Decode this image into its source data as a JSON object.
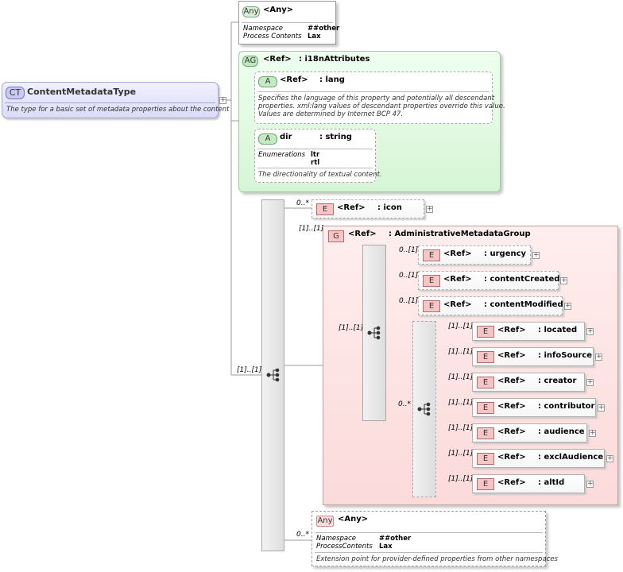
{
  "complex_type": {
    "badge": "CT",
    "name": "ContentMetadataType",
    "doc": "The type for a  basic set of metadata properties about the content"
  },
  "any_top": {
    "badge": "Any",
    "title": "<Any>",
    "ns_label": "Namespace",
    "ns_value": "##other",
    "pc_label": "Process Contents",
    "pc_value": "Lax"
  },
  "attr_group": {
    "badge": "AG",
    "ref": "<Ref>",
    "name": ": i18nAttributes",
    "lang": {
      "badge": "A",
      "ref": "<Ref>",
      "name": ": lang",
      "doc": [
        "Specifies the language of this property and potentially all descendant",
        "properties. xml:lang values of descendant properties override this value.",
        "Values are determined by Internet BCP 47."
      ]
    },
    "dir": {
      "badge": "A",
      "name": "dir",
      "type": ": string",
      "enum_label": "Enumerations",
      "enum_values": [
        "ltr",
        "rtl"
      ],
      "doc": "The directionality of textual content."
    }
  },
  "cardinalities": {
    "main_seq": "[1]..[1]",
    "icon": "0..*",
    "group": "[1]..[1]",
    "inner_seq": "[1]..[1]",
    "urgency": "0..[1]",
    "content_created": "0..[1]",
    "content_modified": "0..[1]",
    "choice": "0..*",
    "any_bottom": "0..*"
  },
  "icon_elem": {
    "badge": "E",
    "ref": "<Ref>",
    "name": ": icon"
  },
  "group": {
    "badge": "G",
    "ref": "<Ref>",
    "name": ": AdministrativeMetadataGroup",
    "elements": [
      {
        "badge": "E",
        "ref": "<Ref>",
        "name": ": urgency"
      },
      {
        "badge": "E",
        "ref": "<Ref>",
        "name": ": contentCreated"
      },
      {
        "badge": "E",
        "ref": "<Ref>",
        "name": ": contentModified"
      }
    ],
    "choice_elements": [
      {
        "badge": "E",
        "ref": "<Ref>",
        "name": ": located",
        "card": "[1]..[1]"
      },
      {
        "badge": "E",
        "ref": "<Ref>",
        "name": ": infoSource",
        "card": "[1]..[1]"
      },
      {
        "badge": "E",
        "ref": "<Ref>",
        "name": ": creator",
        "card": "[1]..[1]"
      },
      {
        "badge": "E",
        "ref": "<Ref>",
        "name": ": contributor",
        "card": "[1]..[1]"
      },
      {
        "badge": "E",
        "ref": "<Ref>",
        "name": ": audience",
        "card": "[1]..[1]"
      },
      {
        "badge": "E",
        "ref": "<Ref>",
        "name": ": exclAudience",
        "card": "[1]..[1]"
      },
      {
        "badge": "E",
        "ref": "<Ref>",
        "name": ": altId",
        "card": "[1]..[1]"
      }
    ]
  },
  "any_bottom": {
    "badge": "Any",
    "title": "<Any>",
    "ns_label": "Namespace",
    "ns_value": "##other",
    "pc_label": "ProcessContents",
    "pc_value": "Lax",
    "doc": "Extension point for provider-defined properties from other namespaces"
  },
  "plus_glyph": "+"
}
